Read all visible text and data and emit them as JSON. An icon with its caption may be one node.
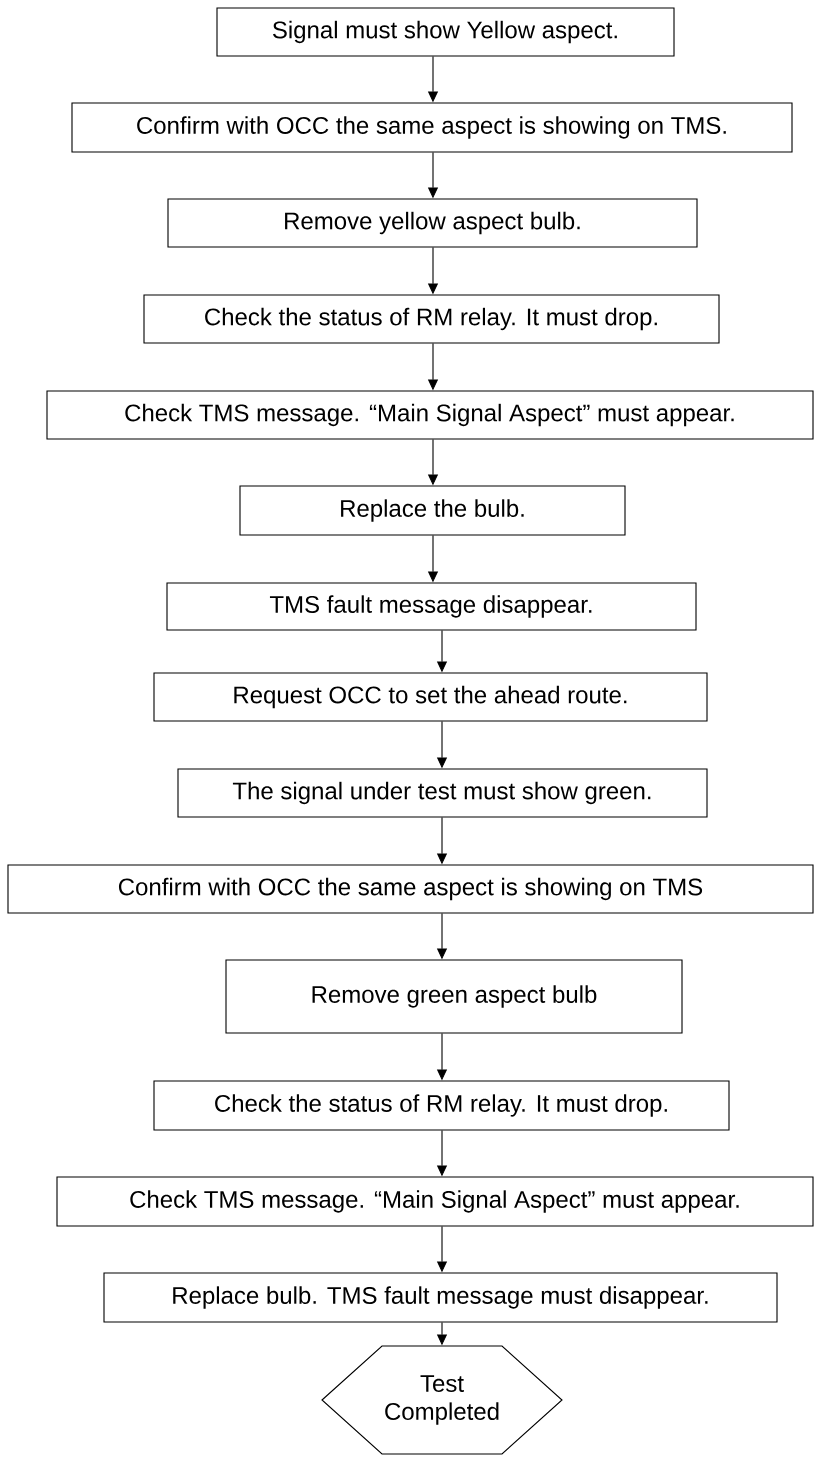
{
  "diagram": {
    "nodes": [
      {
        "text": [
          "Signal must show Yellow aspect."
        ]
      },
      {
        "text": [
          "Confirm with OCC the same aspect is showing on TMS."
        ]
      },
      {
        "text": [
          "Remove yellow aspect bulb."
        ]
      },
      {
        "text": [
          "Check the status of RM relay. It must drop."
        ]
      },
      {
        "text": [
          "Check TMS message. “Main Signal Aspect” must appear."
        ]
      },
      {
        "text": [
          "Replace the bulb."
        ]
      },
      {
        "text": [
          "TMS fault message disappear."
        ]
      },
      {
        "text": [
          "Request OCC to set the ahead route."
        ]
      },
      {
        "text": [
          "The signal under test must show green."
        ]
      },
      {
        "text": [
          "Confirm with OCC the same aspect is showing on TMS"
        ]
      },
      {
        "text": [
          "Remove green aspect bulb"
        ]
      },
      {
        "text": [
          "Check the status of RM relay. It must drop."
        ]
      },
      {
        "text": [
          "Check TMS message. “Main Signal Aspect” must appear."
        ]
      },
      {
        "text": [
          "Replace bulb. TMS fault message must disappear."
        ]
      },
      {
        "text": [
          "Test Completed"
        ]
      }
    ],
    "edges": [
      {
        "from": 0,
        "to": 1,
        "arrow": "to"
      },
      {
        "from": 1,
        "to": 2,
        "arrow": "to"
      },
      {
        "from": 2,
        "to": 3,
        "arrow": "to"
      },
      {
        "from": 3,
        "to": 4,
        "arrow": "to"
      },
      {
        "from": 4,
        "to": 5,
        "arrow": "to"
      },
      {
        "from": 5,
        "to": 6,
        "arrow": "to"
      },
      {
        "from": 6,
        "to": 7,
        "arrow": "to"
      },
      {
        "from": 7,
        "to": 8,
        "arrow": "to"
      },
      {
        "from": 8,
        "to": 9,
        "arrow": "to"
      },
      {
        "from": 9,
        "to": 10,
        "arrow": "to"
      },
      {
        "from": 10,
        "to": 11,
        "arrow": "to"
      },
      {
        "from": 11,
        "to": 12,
        "arrow": "to"
      },
      {
        "from": 12,
        "to": 13,
        "arrow": "to"
      },
      {
        "from": 13,
        "to": 14,
        "arrow": "to"
      }
    ]
  }
}
